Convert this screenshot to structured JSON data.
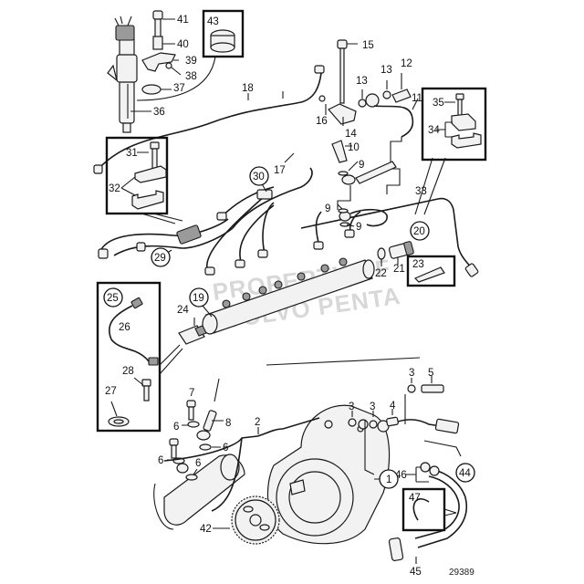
{
  "diagram": {
    "title": "Fuel injection system parts diagram",
    "watermark_line1": "PROPERTY OF",
    "watermark_line2": "VOLVO PENTA",
    "reference_number": "29389",
    "parts": {
      "p1": "1",
      "p2": "2",
      "p3a": "3",
      "p3b": "3",
      "p3c": "3",
      "p4": "4",
      "p5": "5",
      "p6a": "6",
      "p6b": "6",
      "p6c": "6",
      "p6d": "6",
      "p7": "7",
      "p8": "8",
      "p9a": "9",
      "p9b": "9",
      "p9c": "9",
      "p10": "10",
      "p11": "11",
      "p12": "12",
      "p13a": "13",
      "p13b": "13",
      "p14": "14",
      "p15": "15",
      "p16": "16",
      "p17": "17",
      "p18": "18",
      "p19": "19",
      "p20": "20",
      "p21": "21",
      "p22": "22",
      "p23": "23",
      "p24": "24",
      "p25": "25",
      "p26": "26",
      "p27": "27",
      "p28": "28",
      "p29": "29",
      "p30": "30",
      "p31": "31",
      "p32": "32",
      "p33": "33",
      "p34": "34",
      "p35": "35",
      "p36": "36",
      "p37": "37",
      "p38": "38",
      "p39": "39",
      "p40": "40",
      "p41": "41",
      "p42": "42",
      "p43": "43",
      "p44": "44",
      "p45": "45",
      "p46": "46",
      "p47": "47"
    }
  }
}
